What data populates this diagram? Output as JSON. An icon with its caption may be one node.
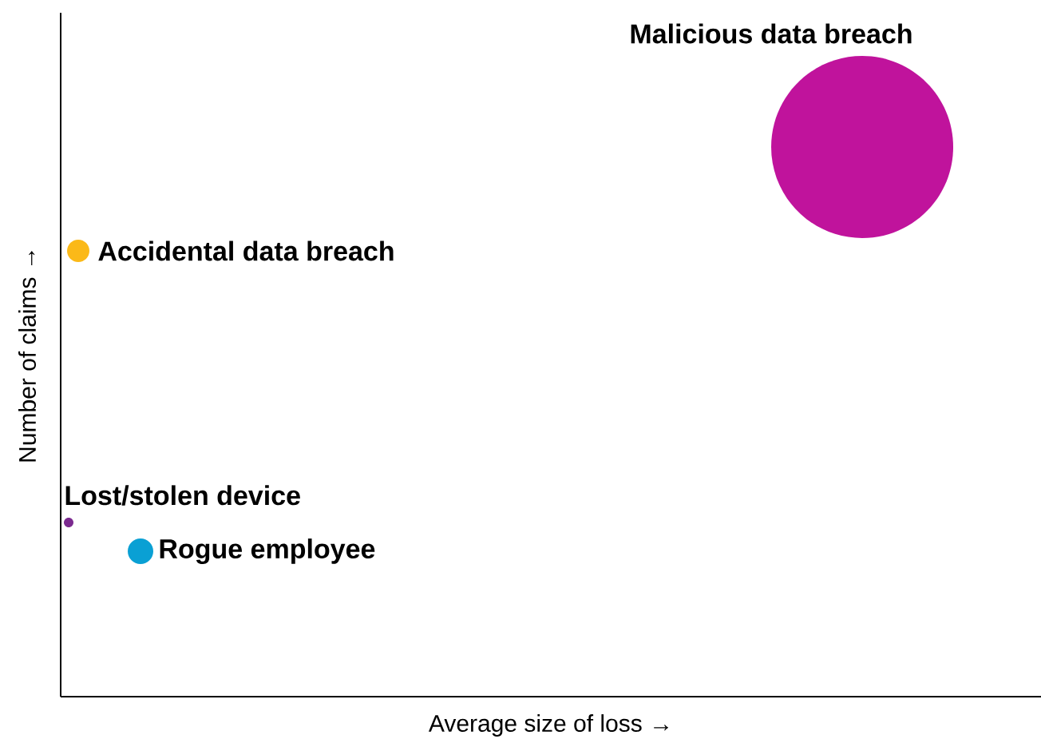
{
  "diagram": {
    "nodes": [
      {
        "text": [],
        "shape": "circle",
        "beside": [
          "Malicious data breach"
        ]
      },
      {
        "text": [],
        "shape": "circle",
        "beside": [
          "Accidental data breach"
        ]
      },
      {
        "text": [],
        "shape": "circle",
        "beside": [
          "Lost/stolen device"
        ]
      },
      {
        "text": [],
        "shape": "circle",
        "beside": [
          "Rogue employee"
        ]
      }
    ],
    "labels": [
      "Number of claims →",
      "Average size of loss →"
    ]
  }
}
